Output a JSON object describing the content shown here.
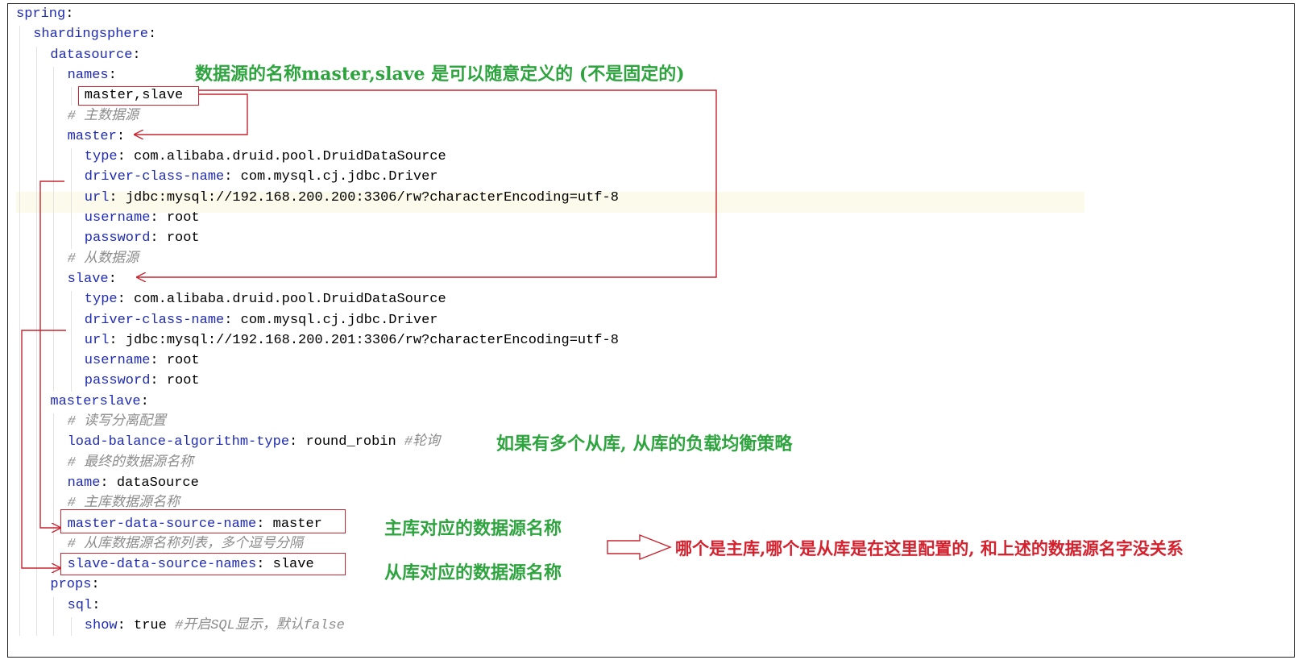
{
  "code": {
    "lines": [
      {
        "indent": 0,
        "key": "spring",
        "sep": ":",
        "value": "",
        "comment": ""
      },
      {
        "indent": 1,
        "key": "shardingsphere",
        "sep": ":",
        "value": "",
        "comment": ""
      },
      {
        "indent": 2,
        "key": "datasource",
        "sep": ":",
        "value": "",
        "comment": ""
      },
      {
        "indent": 3,
        "key": "names",
        "sep": ":",
        "value": "",
        "comment": ""
      },
      {
        "indent": 4,
        "key": "",
        "sep": "",
        "value": "master,slave",
        "comment": ""
      },
      {
        "indent": 3,
        "key": "",
        "sep": "",
        "value": "",
        "comment": "# 主数据源"
      },
      {
        "indent": 3,
        "key": "master",
        "sep": ":",
        "value": "",
        "comment": ""
      },
      {
        "indent": 4,
        "key": "type",
        "sep": ": ",
        "value": "com.alibaba.druid.pool.DruidDataSource",
        "comment": ""
      },
      {
        "indent": 4,
        "key": "driver-class-name",
        "sep": ": ",
        "value": "com.mysql.cj.jdbc.Driver",
        "comment": ""
      },
      {
        "indent": 4,
        "key": "url",
        "sep": ": ",
        "value": "jdbc:mysql://192.168.200.200:3306/rw?characterEncoding=utf-8",
        "comment": ""
      },
      {
        "indent": 4,
        "key": "username",
        "sep": ": ",
        "value": "root",
        "comment": ""
      },
      {
        "indent": 4,
        "key": "password",
        "sep": ": ",
        "value": "root",
        "comment": ""
      },
      {
        "indent": 3,
        "key": "",
        "sep": "",
        "value": "",
        "comment": "# 从数据源"
      },
      {
        "indent": 3,
        "key": "slave",
        "sep": ":",
        "value": "",
        "comment": ""
      },
      {
        "indent": 4,
        "key": "type",
        "sep": ": ",
        "value": "com.alibaba.druid.pool.DruidDataSource",
        "comment": ""
      },
      {
        "indent": 4,
        "key": "driver-class-name",
        "sep": ": ",
        "value": "com.mysql.cj.jdbc.Driver",
        "comment": ""
      },
      {
        "indent": 4,
        "key": "url",
        "sep": ": ",
        "value": "jdbc:mysql://192.168.200.201:3306/rw?characterEncoding=utf-8",
        "comment": ""
      },
      {
        "indent": 4,
        "key": "username",
        "sep": ": ",
        "value": "root",
        "comment": ""
      },
      {
        "indent": 4,
        "key": "password",
        "sep": ": ",
        "value": "root",
        "comment": ""
      },
      {
        "indent": 2,
        "key": "masterslave",
        "sep": ":",
        "value": "",
        "comment": ""
      },
      {
        "indent": 3,
        "key": "",
        "sep": "",
        "value": "",
        "comment": "# 读写分离配置"
      },
      {
        "indent": 3,
        "key": "load-balance-algorithm-type",
        "sep": ": ",
        "value": "round_robin ",
        "comment": "#轮询"
      },
      {
        "indent": 3,
        "key": "",
        "sep": "",
        "value": "",
        "comment": "# 最终的数据源名称"
      },
      {
        "indent": 3,
        "key": "name",
        "sep": ": ",
        "value": "dataSource",
        "comment": ""
      },
      {
        "indent": 3,
        "key": "",
        "sep": "",
        "value": "",
        "comment": "# 主库数据源名称"
      },
      {
        "indent": 3,
        "key": "master-data-source-name",
        "sep": ": ",
        "value": "master",
        "comment": ""
      },
      {
        "indent": 3,
        "key": "",
        "sep": "",
        "value": "",
        "comment": "# 从库数据源名称列表，多个逗号分隔"
      },
      {
        "indent": 3,
        "key": "slave-data-source-names",
        "sep": ": ",
        "value": "slave",
        "comment": ""
      },
      {
        "indent": 2,
        "key": "props",
        "sep": ":",
        "value": "",
        "comment": ""
      },
      {
        "indent": 3,
        "key": "sql",
        "sep": ":",
        "value": "",
        "comment": ""
      },
      {
        "indent": 4,
        "key": "show",
        "sep": ": ",
        "value": "true ",
        "comment": "#开启SQL显示，默认false"
      }
    ]
  },
  "annotations": {
    "names_note": "数据源的名称master,slave 是可以随意定义的 (不是固定的)",
    "balance_note": "如果有多个从库, 从库的负载均衡策略",
    "master_note": "主库对应的数据源名称",
    "slave_note": "从库对应的数据源名称",
    "summary_note": "哪个是主库,哪个是从库是在这里配置的, 和上述的数据源名字没关系"
  },
  "colors": {
    "key": "#1f2bb3",
    "comment": "#8c8c8c",
    "annotation_green": "#2ea43f",
    "annotation_red": "#d4212e",
    "box_border": "#c8232f"
  }
}
